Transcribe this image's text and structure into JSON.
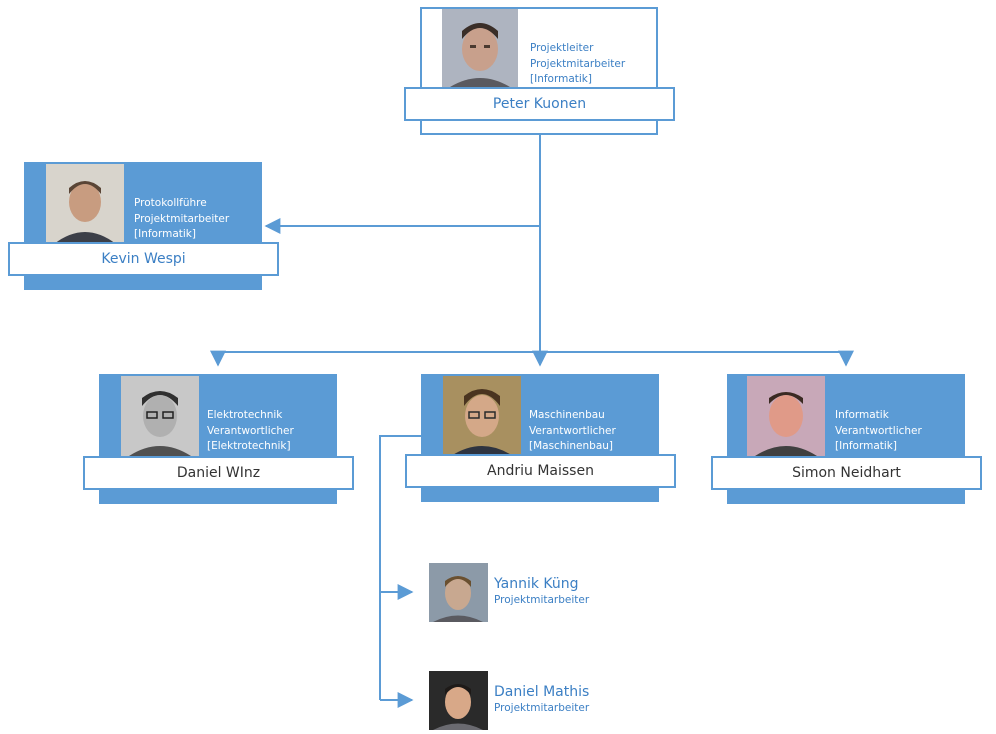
{
  "colors": {
    "accent": "#5b9bd5",
    "accent_fill": "#5b9bd5",
    "text_dark": "#333333",
    "text_blue": "#3b7fc4"
  },
  "top": {
    "name": "Peter Kuonen",
    "roles": [
      "Projektleiter",
      "Projektmitarbeiter",
      "[Informatik]"
    ]
  },
  "assistant": {
    "name": "Kevin Wespi",
    "roles": [
      "Protokollführe",
      "Projektmitarbeiter",
      "[Informatik]"
    ]
  },
  "members": [
    {
      "name": "Daniel WInz",
      "roles": [
        "Elektrotechnik",
        "Verantwortlicher",
        "[Elektrotechnik]"
      ]
    },
    {
      "name": "Andriu Maissen",
      "roles": [
        "Maschinenbau",
        "Verantwortlicher",
        "[Maschinenbau]"
      ]
    },
    {
      "name": "Simon Neidhart",
      "roles": [
        "Informatik",
        "Verantwortlicher",
        "[Informatik]"
      ]
    }
  ],
  "subordinates": [
    {
      "name": "Yannik Küng",
      "role": "Projektmitarbeiter"
    },
    {
      "name": "Daniel Mathis",
      "role": "Projektmitarbeiter"
    }
  ]
}
